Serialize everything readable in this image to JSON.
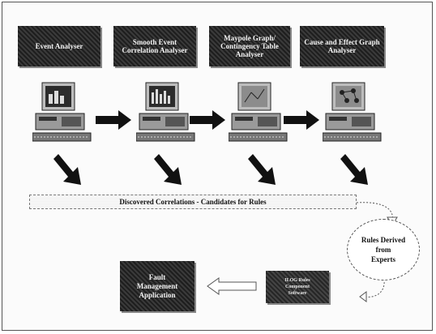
{
  "tools": [
    {
      "label": "Event Analyser"
    },
    {
      "label": "Smooth Event\nCorrelation Analyser"
    },
    {
      "label": "Maypole Graph/\nContingency Table\nAnalyser"
    },
    {
      "label": "Cause and Effect Graph\nAnalyser"
    }
  ],
  "band_label": "Discovered Correlations - Candidates for Rules",
  "circle_label": "Rules Derived\nfrom\nExperts",
  "ilog_label": "ILOG Rules\nComponent\nSoftware",
  "fault_label": "Fault\nManagement\nApplication",
  "icons": [
    "workstation-bar-chart-icon",
    "workstation-histogram-icon",
    "workstation-graph-icon",
    "workstation-network-icon"
  ],
  "colors": {
    "box": "#2a2a2a",
    "arrow": "#111111",
    "screen": "#2c2c2c"
  }
}
